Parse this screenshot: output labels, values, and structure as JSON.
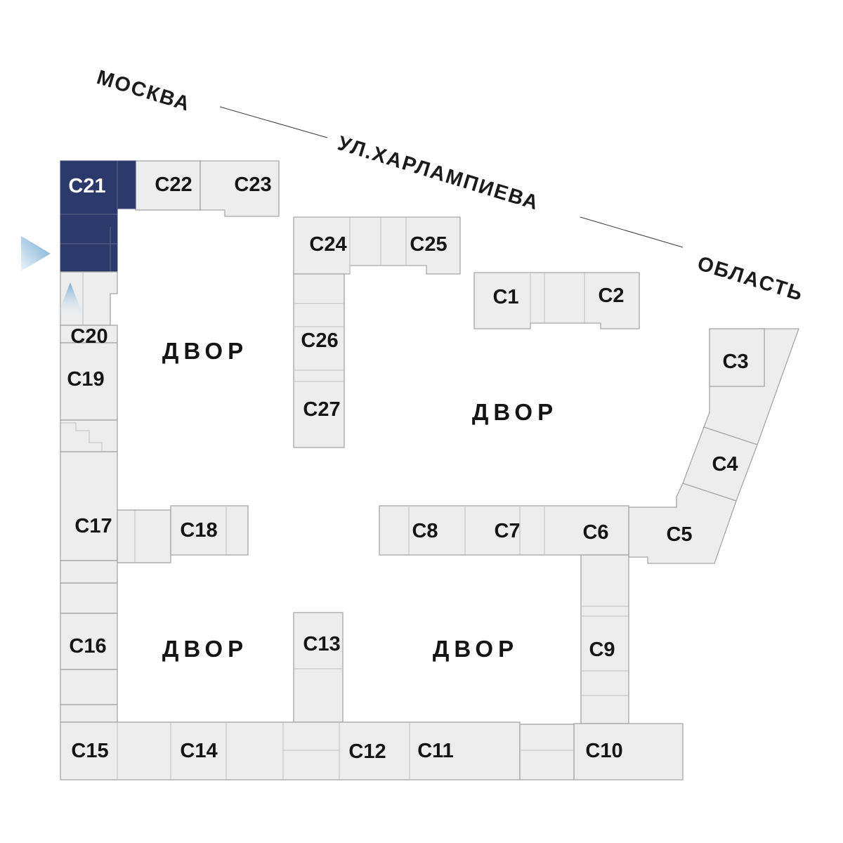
{
  "street": {
    "city_label": "МОСКВА",
    "street_label": "УЛ.ХАРЛАМПИЕВА",
    "region_label": "ОБЛАСТЬ"
  },
  "courtyard_label": "ДВОР",
  "selected_building_id": "c21",
  "buildings": {
    "c1": {
      "label": "С1"
    },
    "c2": {
      "label": "С2"
    },
    "c3": {
      "label": "С3"
    },
    "c4": {
      "label": "С4"
    },
    "c5": {
      "label": "С5"
    },
    "c6": {
      "label": "С6"
    },
    "c7": {
      "label": "С7"
    },
    "c8": {
      "label": "С8"
    },
    "c9": {
      "label": "С9"
    },
    "c10": {
      "label": "С10"
    },
    "c11": {
      "label": "С11"
    },
    "c12": {
      "label": "С12"
    },
    "c13": {
      "label": "С13"
    },
    "c14": {
      "label": "С14"
    },
    "c15": {
      "label": "С15"
    },
    "c16": {
      "label": "С16"
    },
    "c17": {
      "label": "С17"
    },
    "c18": {
      "label": "С18"
    },
    "c19": {
      "label": "С19"
    },
    "c20": {
      "label": "С20"
    },
    "c21": {
      "label": "С21"
    },
    "c22": {
      "label": "С22"
    },
    "c23": {
      "label": "С23"
    },
    "c24": {
      "label": "С24"
    },
    "c25": {
      "label": "С25"
    },
    "c26": {
      "label": "С26"
    },
    "c27": {
      "label": "С27"
    }
  },
  "colors": {
    "building_fill": "#ededed",
    "building_stroke": "#a6a6a6",
    "selected_fill": "#2b3a6a",
    "selected_text": "#ffffff",
    "label_text": "#141414",
    "arrow_strong": "#74a9d1",
    "arrow_light": "#ecf4fa"
  }
}
